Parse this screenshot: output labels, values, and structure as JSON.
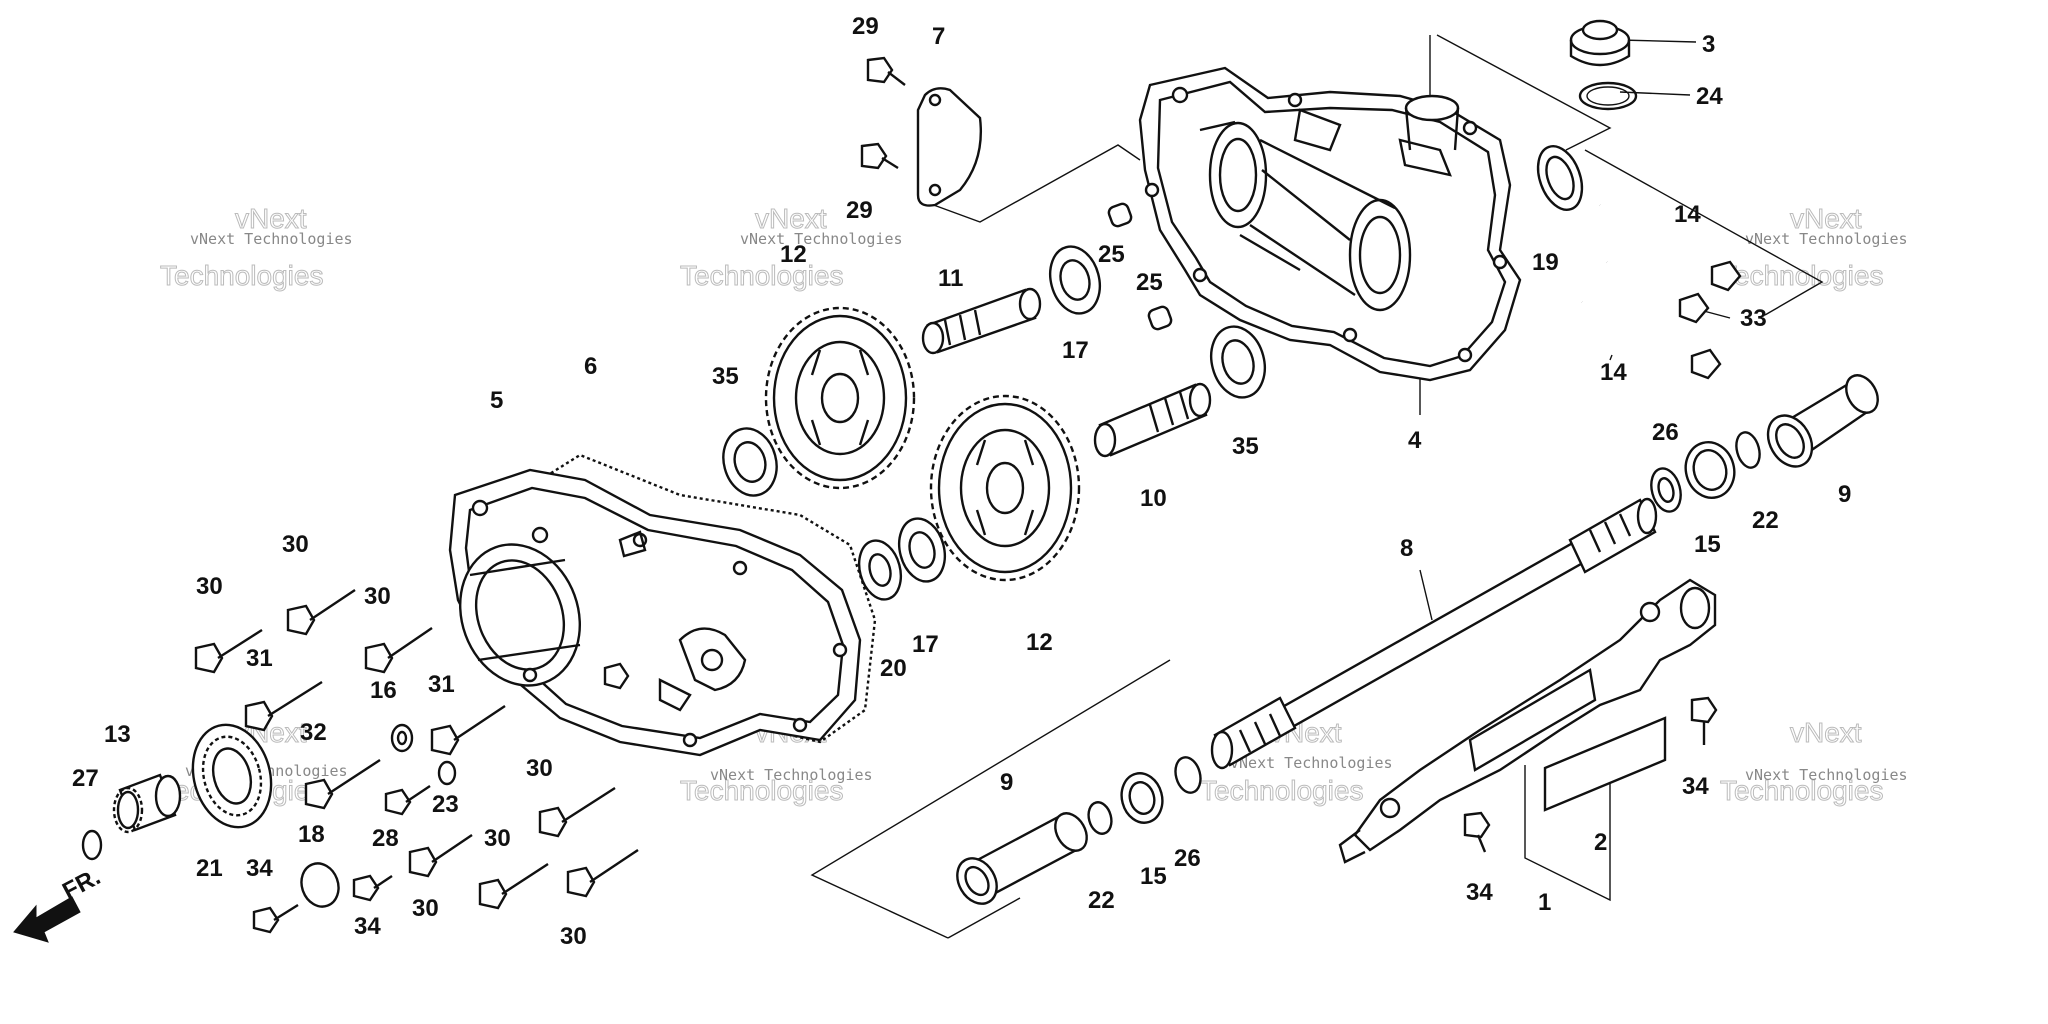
{
  "diagram": {
    "callouts": [
      {
        "id": "c1",
        "text": "1"
      },
      {
        "id": "c2",
        "text": "2"
      },
      {
        "id": "c3",
        "text": "3"
      },
      {
        "id": "c4",
        "text": "4"
      },
      {
        "id": "c5",
        "text": "5"
      },
      {
        "id": "c6",
        "text": "6"
      },
      {
        "id": "c7",
        "text": "7"
      },
      {
        "id": "c8",
        "text": "8"
      },
      {
        "id": "c9a",
        "text": "9"
      },
      {
        "id": "c9b",
        "text": "9"
      },
      {
        "id": "c10",
        "text": "10"
      },
      {
        "id": "c11",
        "text": "11"
      },
      {
        "id": "c12a",
        "text": "12"
      },
      {
        "id": "c12b",
        "text": "12"
      },
      {
        "id": "c13",
        "text": "13"
      },
      {
        "id": "c14a",
        "text": "14"
      },
      {
        "id": "c14b",
        "text": "14"
      },
      {
        "id": "c15a",
        "text": "15"
      },
      {
        "id": "c15b",
        "text": "15"
      },
      {
        "id": "c16",
        "text": "16"
      },
      {
        "id": "c17a",
        "text": "17"
      },
      {
        "id": "c17b",
        "text": "17"
      },
      {
        "id": "c18",
        "text": "18"
      },
      {
        "id": "c19",
        "text": "19"
      },
      {
        "id": "c20",
        "text": "20"
      },
      {
        "id": "c21",
        "text": "21"
      },
      {
        "id": "c22a",
        "text": "22"
      },
      {
        "id": "c22b",
        "text": "22"
      },
      {
        "id": "c23",
        "text": "23"
      },
      {
        "id": "c24",
        "text": "24"
      },
      {
        "id": "c25a",
        "text": "25"
      },
      {
        "id": "c25b",
        "text": "25"
      },
      {
        "id": "c26a",
        "text": "26"
      },
      {
        "id": "c26b",
        "text": "26"
      },
      {
        "id": "c27",
        "text": "27"
      },
      {
        "id": "c28",
        "text": "28"
      },
      {
        "id": "c29a",
        "text": "29"
      },
      {
        "id": "c29b",
        "text": "29"
      },
      {
        "id": "c30a",
        "text": "30"
      },
      {
        "id": "c30b",
        "text": "30"
      },
      {
        "id": "c30c",
        "text": "30"
      },
      {
        "id": "c30d",
        "text": "30"
      },
      {
        "id": "c30e",
        "text": "30"
      },
      {
        "id": "c30f",
        "text": "30"
      },
      {
        "id": "c30g",
        "text": "30"
      },
      {
        "id": "c31a",
        "text": "31"
      },
      {
        "id": "c31b",
        "text": "31"
      },
      {
        "id": "c32",
        "text": "32"
      },
      {
        "id": "c33",
        "text": "33"
      },
      {
        "id": "c34a",
        "text": "34"
      },
      {
        "id": "c34b",
        "text": "34"
      },
      {
        "id": "c34c",
        "text": "34"
      },
      {
        "id": "c34d",
        "text": "34"
      },
      {
        "id": "c35a",
        "text": "35"
      },
      {
        "id": "c35b",
        "text": "35"
      }
    ],
    "direction_label": "FR.",
    "watermark": {
      "line_small": "vNext Technologies",
      "line_large": "Technologies",
      "line_top": "vNext"
    }
  }
}
